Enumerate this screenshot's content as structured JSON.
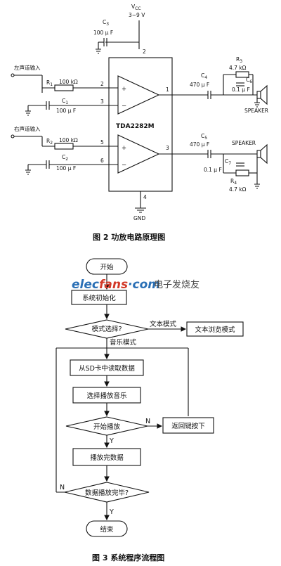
{
  "circuit": {
    "vcc_label": "V",
    "vcc_sub": "CC",
    "vcc_range": "3~9 V",
    "c3_label": "C",
    "c3_sub": "3",
    "c3_value": "100 μ F",
    "pin2": "2",
    "left_input": "左声道输入",
    "right_input": "右声道输入",
    "r1_label": "R",
    "r1_sub": "1",
    "r1_value": "100 kΩ",
    "r2_label": "R",
    "r2_sub": "2",
    "r2_value": "100 kΩ",
    "c1_label": "C",
    "c1_sub": "1",
    "c1_value": "100 μ F",
    "c2_label": "C",
    "c2_sub": "2",
    "c2_value": "100 μ F",
    "pin_left_top": "2",
    "pin_left_3": "3",
    "pin_right_5": "5",
    "pin_right_6": "6",
    "out_pin1": "1",
    "out_pin3": "3",
    "pin4": "4",
    "chip_name": "TDA2282M",
    "gnd": "GND",
    "c4_label": "C",
    "c4_sub": "4",
    "c4_value": "470 μ F",
    "c5_label": "C",
    "c5_sub": "5",
    "c5_value": "470 μ F",
    "r3_label": "R",
    "r3_sub": "3",
    "r3_value": "4.7 kΩ",
    "r4_label": "R",
    "r4_sub": "4",
    "r4_value": "4.7 kΩ",
    "c6_label": "C",
    "c6_sub": "6",
    "c6_value": "0.1 μ F",
    "c7_label": "C",
    "c7_sub": "7",
    "c7_value": "0.1 μ F",
    "speaker_top": "SPEAKER",
    "speaker_bottom": "SPEAKER",
    "caption": "图 2   功放电路原理图"
  },
  "watermark": {
    "brand_e": "elec",
    "brand_f": "fans",
    "brand_com": "·com",
    "brand_cn": "电子发烧友"
  },
  "flow": {
    "start": "开始",
    "init": "系统初始化",
    "mode_select": "模式选择?",
    "text_mode_label": "文本模式",
    "text_browse": "文本浏览模式",
    "music_mode_label": "音乐模式",
    "read_sd": "从SD卡中读取数据",
    "select_music": "选择播放音乐",
    "start_play": "开始播放",
    "n_label_1": "N",
    "y_label_1": "Y",
    "return_key": "返回键按下",
    "play_done": "播放完数据",
    "finished_q": "数据播放完毕?",
    "n_label_2": "N",
    "y_label_2": "Y",
    "end": "结束",
    "caption": "图 3   系统程序流程图"
  }
}
